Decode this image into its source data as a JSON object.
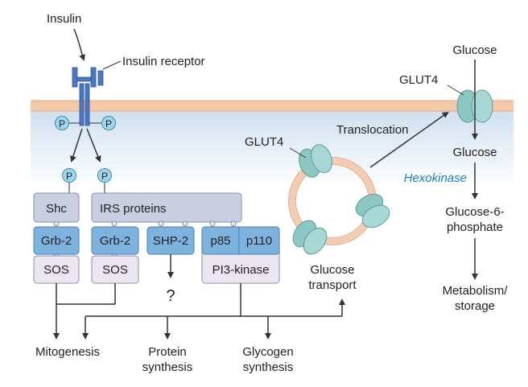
{
  "labels": {
    "insulin": "Insulin",
    "insulin_receptor": "Insulin receptor",
    "phospho": "P",
    "shc": "Shc",
    "irs_proteins": "IRS proteins",
    "grb2": "Grb-2",
    "shp2": "SHP-2",
    "p85": "p85",
    "p110": "p110",
    "sos": "SOS",
    "pi3_kinase": "PI3-kinase",
    "unknown": "?",
    "glut4": "GLUT4",
    "translocation": "Translocation",
    "glucose_transport": [
      "Glucose",
      "transport"
    ],
    "glucose_outside": "Glucose",
    "glucose_inside": "Glucose",
    "hexokinase": "Hexokinase",
    "glucose6p": [
      "Glucose-6-",
      "phosphate"
    ],
    "metabolism": [
      "Metabolism/",
      "storage"
    ],
    "mitogenesis": "Mitogenesis",
    "protein_synthesis": [
      "Protein",
      "synthesis"
    ],
    "glycogen_synthesis": [
      "Glycogen",
      "synthesis"
    ]
  },
  "colors": {
    "membrane": "#f4c9a8",
    "cytoplasm_top": "#d7e5f2",
    "receptor": "#4a78c2",
    "protein_box": "#c9cfe0",
    "grb_box": "#7fb3df",
    "sos_box": "#ece6f2",
    "phospho": "#9fd6ec",
    "glut4": "#8cc7c4",
    "vesicle": "#f2cdb4",
    "hexokinase_text": "#1f7fc2",
    "arrow": "#333333"
  }
}
